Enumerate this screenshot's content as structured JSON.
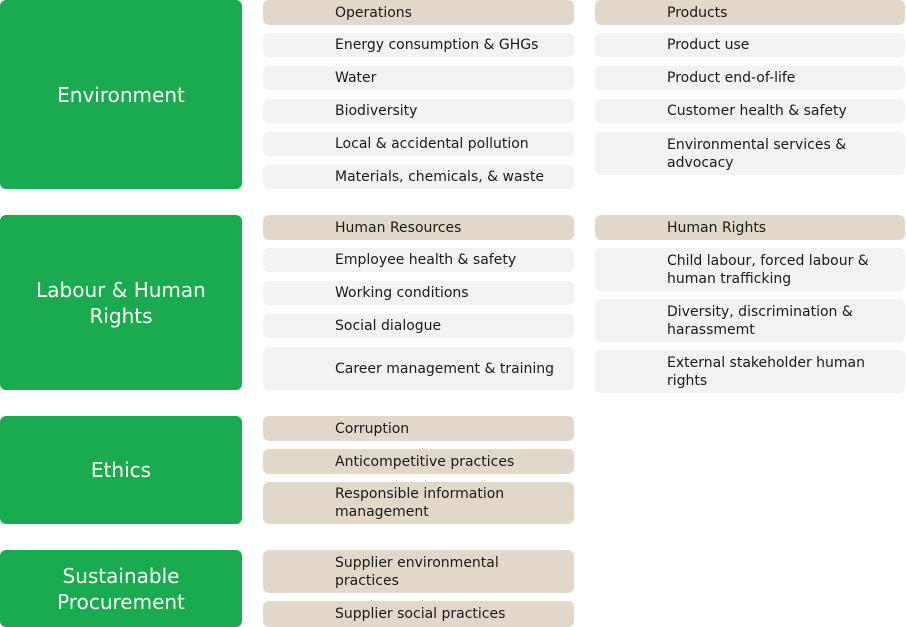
{
  "categories": {
    "environment": "Environment",
    "labour": "Labour & Human Rights",
    "ethics": "Ethics",
    "procurement": "Sustainable Procurement"
  },
  "environment": {
    "operations": {
      "header": "Operations",
      "items": [
        "Energy consumption & GHGs",
        "Water",
        "Biodiversity",
        "Local & accidental pollution",
        "Materials, chemicals, & waste"
      ]
    },
    "products": {
      "header": "Products",
      "items": [
        "Product use",
        "Product end-of-life",
        "Customer health & safety",
        "Environmental services & advocacy"
      ]
    }
  },
  "labour": {
    "human_resources": {
      "header": "Human Resources",
      "items": [
        "Employee health & safety",
        "Working conditions",
        "Social dialogue",
        "Career management & training"
      ]
    },
    "human_rights": {
      "header": "Human Rights",
      "items": [
        "Child labour, forced labour & human trafficking",
        "Diversity, discrimination & harassmemt",
        "External stakeholder human rights"
      ]
    }
  },
  "ethics": {
    "items": [
      "Corruption",
      "Anticompetitive practices",
      "Responsible information management"
    ]
  },
  "procurement": {
    "items": [
      "Supplier environmental practices",
      "Supplier social practices"
    ]
  }
}
